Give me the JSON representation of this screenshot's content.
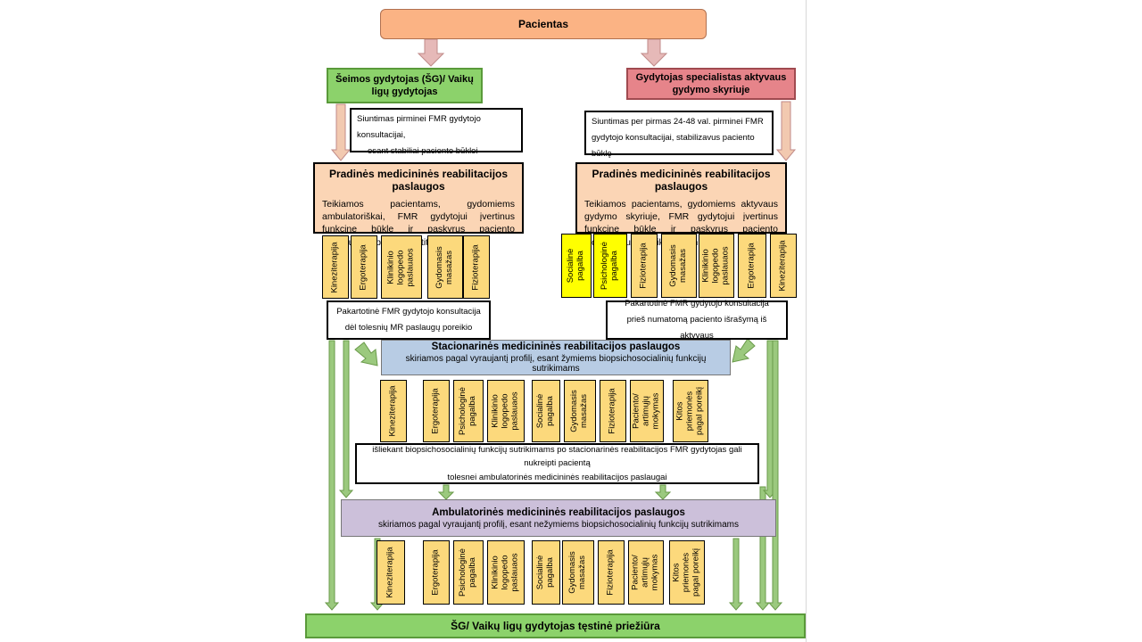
{
  "colors": {
    "patient": "#fbb384",
    "family_doctor": "#8cd26b",
    "specialist": "#e6848a",
    "pradines": "#fbd5b5",
    "service": "#fcd97c",
    "service_highlight": "#ffff00",
    "stacionarines": "#b8cce4",
    "ambulatorines": "#ccc0da",
    "final": "#8cd26b",
    "arrow_pink": "#e6b9b8",
    "arrow_green": "#9bc97e"
  },
  "top": {
    "patient": "Pacientas"
  },
  "left_branch": {
    "doctor": "Šeimos gydytojas (ŠG)/ Vaikų ligų gydytojas",
    "referral_line1": "Siuntimas pirminei FMR gydytojo konsultacijai,",
    "referral_line2": "esant stabiliai paciento būklei",
    "pradines_title": "Pradinės medicininės reabilitacijos paslaugos",
    "pradines_text": "Teikiamos pacientams, gydomiems ambulatoriškai, FMR gydytojui įvertinus funkcinę būklę ir paskyrus paciento individualius poreikius atitinkančius",
    "services": [
      "Kineziterapija",
      "Ergoterapija",
      "Klinikinio\nlogopedo\npaslauaos",
      "Gydomasis\nmasažas",
      "Fizioterapija"
    ],
    "repeat_line1": "Pakartotinė FMR gydytojo konsultacija",
    "repeat_line2": "dėl tolesnių MR paslaugų poreikio"
  },
  "right_branch": {
    "doctor": "Gydytojas specialistas aktyvaus gydymo skyriuje",
    "referral_line1": "Siuntimas per pirmas 24-48 val. pirminei FMR",
    "referral_line2": "gydytojo konsultacijai, stabilizavus paciento būklę",
    "pradines_title": "Pradinės medicininės reabilitacijos paslaugos",
    "pradines_text": "Teikiamos pacientams, gydomiems aktyvaus gydymo skyriuje, FMR gydytojui įvertinus funkcinę būklę ir paskyrus paciento individualius poreikius atitinkančius",
    "services": [
      "Socialinė\npagalba",
      "Psichologinė\npagalba",
      "Fizioterapija",
      "Gydomasis\nmasažas",
      "Klinikinio\nlogopedo\npaslauaos",
      "Ergoterapija",
      "Kineziterapija"
    ],
    "repeat_line1": "Pakartotinė FMR gydytojo konsultacija",
    "repeat_line2": "prieš numatomą paciento išrašymą iš aktyvaus"
  },
  "stacionarines": {
    "title": "Stacionarinės medicininės reabilitacijos paslaugos",
    "subtitle": "skiriamos pagal vyraujantį profilį, esant žymiems biopsichosocialinių funkcijų sutrikimams",
    "services": [
      "Kineziterapija",
      "Ergoterapija",
      "Psichologinė\npagalba",
      "Klinikinio\nlogopedo\npaslauaos",
      "Socialinė\npagalba",
      "Gydomasis\nmasažas",
      "Fizioterapija",
      "Paciento/\nartimųjų\nmokymas",
      "Kitos\npriemonės\npagal poreikį"
    ]
  },
  "middle_note": {
    "line1": "išliekant biopsichosocialinių funkcijų sutrikimams po stacionarinės reabilitacijos FMR gydytojas gali nukreipti pacientą",
    "line2": "tolesnei ambulatorinės medicininės reabilitacijos paslaugai"
  },
  "ambulatorines": {
    "title": "Ambulatorinės medicininės reabilitacijos paslaugos",
    "subtitle": "skiriamos pagal vyraujantį profilį, esant nežymiems biopsichosocialinių funkcijų sutrikimams",
    "services": [
      "Kineziterapija",
      "Ergoterapija",
      "Psichologinė\npagalba",
      "Klinikinio\nlogopedo\npaslauaos",
      "Socialinė\npagalba",
      "Gydomasis\nmasažas",
      "Fizioterapija",
      "Paciento/\nartimųjų\nmokymas",
      "Kitos\npriemonės\npagal poreikį"
    ]
  },
  "bottom": {
    "final": "ŠG/ Vaikų ligų gydytojas tęstinė priežiūra"
  }
}
